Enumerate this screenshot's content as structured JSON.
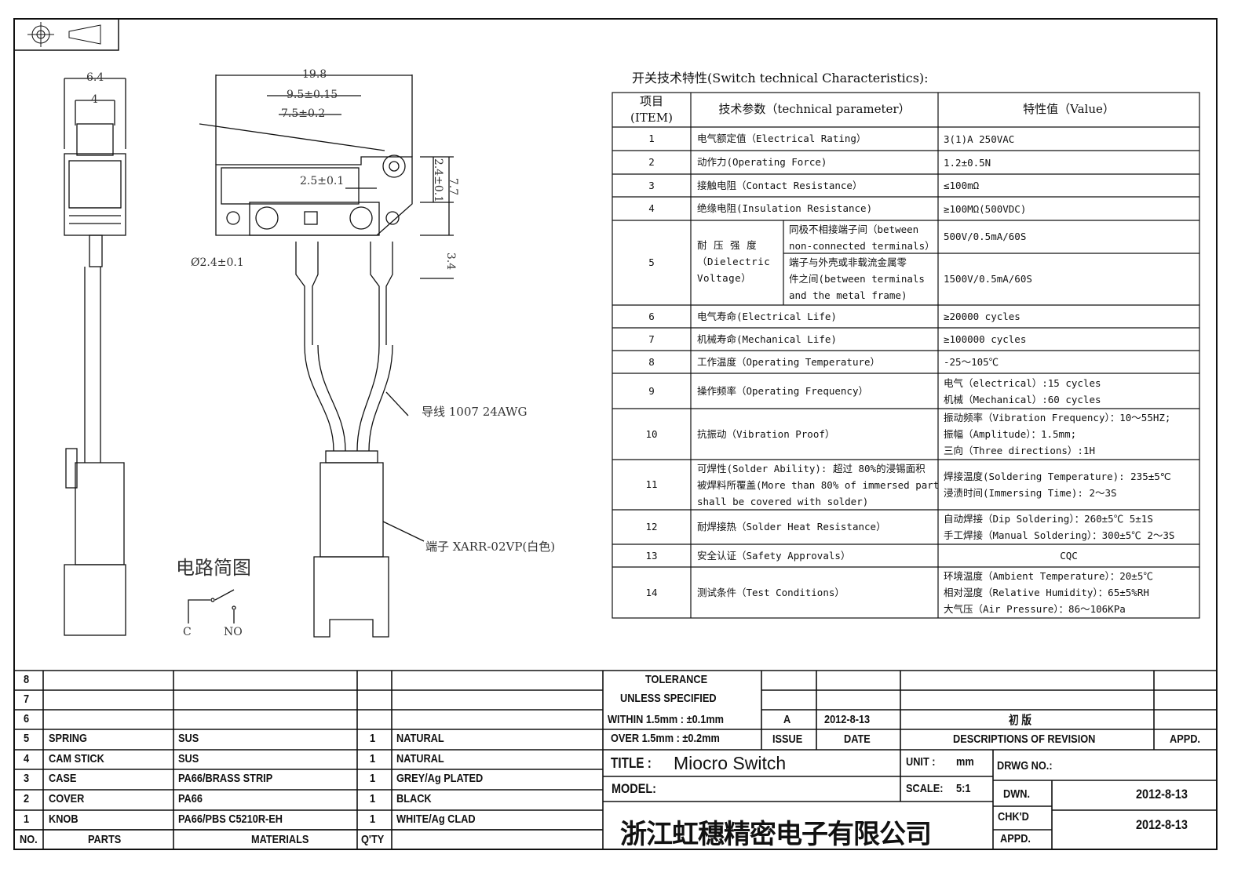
{
  "spec_title": "开关技术特性(Switch technical Characteristics):",
  "table": {
    "headers": [
      "项目",
      "(ITEM)",
      "技术参数（technical parameter）",
      "特性值（Value）"
    ],
    "rows": [
      {
        "item": "1",
        "param": "电气额定值（Electrical Rating）",
        "value": [
          "3(1)A 250VAC"
        ]
      },
      {
        "item": "2",
        "param": "动作力(Operating Force)",
        "value": [
          "1.2±0.5N"
        ]
      },
      {
        "item": "3",
        "param": "接触电阻（Contact  Resistance）",
        "value": [
          "≤100mΩ"
        ]
      },
      {
        "item": "4",
        "param": "绝缘电阻(Insulation Resistance)",
        "value": [
          "≥100MΩ(500VDC)"
        ]
      },
      {
        "item": "5",
        "param": "耐 压 强 度（Dielectric Voltage）",
        "sub": [
          {
            "label": [
              "同极不相接端子间（between",
              "non-connected terminals）"
            ],
            "value": "500V/0.5mA/60S"
          },
          {
            "label": [
              "端子与外壳或非载流金属零",
              "件之间(between terminals",
              "and the metal frame)"
            ],
            "value": "1500V/0.5mA/60S"
          }
        ]
      },
      {
        "item": "6",
        "param": "电气寿命(Electrical Life)",
        "value": [
          "≥20000 cycles"
        ]
      },
      {
        "item": "7",
        "param": "机械寿命(Mechanical Life)",
        "value": [
          "≥100000 cycles"
        ]
      },
      {
        "item": "8",
        "param": "工作温度（Operating Temperature）",
        "value": [
          "-25～105℃"
        ]
      },
      {
        "item": "9",
        "param": "操作频率（Operating Frequency）",
        "value": [
          "电气（electrical）:15 cycles",
          "机械（Mechanical）:60 cycles"
        ]
      },
      {
        "item": "10",
        "param": "抗振动（Vibration Proof）",
        "value": [
          "振动频率（Vibration Frequency）：10～55HZ;",
          "振幅（Amplitude）：1.5mm;",
          "三向（Three directions）:1H"
        ]
      },
      {
        "item": "11",
        "param_lines": [
          "可焊性(Solder Ability): 超过 80%的浸锡面积",
          "被焊料所覆盖(More than 80% of immersed part",
          "shall be covered with solder)"
        ],
        "value": [
          "焊接温度(Soldering Temperature): 235±5℃",
          "浸渍时间(Immersing Time): 2～3S"
        ]
      },
      {
        "item": "12",
        "param": "耐焊接热（Solder Heat Resistance）",
        "value": [
          "自动焊接（Dip Soldering）：260±5℃ 5±1S",
          "手工焊接（Manual Soldering）：300±5℃ 2～3S"
        ]
      },
      {
        "item": "13",
        "param": "安全认证（Safety Approvals）",
        "value": [
          "CQC"
        ]
      },
      {
        "item": "14",
        "param": "测试条件（Test Conditions）",
        "value": [
          "环境温度（Ambient Temperature）：20±5℃",
          "相对湿度（Relative Humidity）：65±5%RH",
          "大气压（Air Pressure）：86～106KPa"
        ]
      }
    ]
  },
  "dims": {
    "d1": "6.4",
    "d2": "4",
    "d3": "19.8",
    "d4": "9.5±0.15",
    "d5": "7.5±0.2",
    "d6": "2.5±0.1",
    "d7": "2.4±0.1",
    "d8": "7.7",
    "d9": "3.4",
    "d10": "Ø2.4±0.1"
  },
  "notes": {
    "wire": "导线 1007 24AWG",
    "terminal": "端子 XARR-02VP(白色)",
    "circuit": "电路简图",
    "c": "C",
    "no": "NO"
  },
  "bom": {
    "rows": [
      {
        "no": "8",
        "part": "",
        "mat": "",
        "qty": "",
        "finish": ""
      },
      {
        "no": "7",
        "part": "",
        "mat": "",
        "qty": "",
        "finish": ""
      },
      {
        "no": "6",
        "part": "",
        "mat": "",
        "qty": "",
        "finish": ""
      },
      {
        "no": "5",
        "part": "SPRING",
        "mat": "SUS",
        "qty": "1",
        "finish": "NATURAL"
      },
      {
        "no": "4",
        "part": "CAM STICK",
        "mat": "SUS",
        "qty": "1",
        "finish": "NATURAL"
      },
      {
        "no": "3",
        "part": "CASE",
        "mat": "PA66/BRASS STRIP",
        "qty": "1",
        "finish": "GREY/Ag PLATED"
      },
      {
        "no": "2",
        "part": "COVER",
        "mat": "PA66",
        "qty": "1",
        "finish": "BLACK"
      },
      {
        "no": "1",
        "part": "KNOB",
        "mat": "PA66/PBS C5210R-EH",
        "qty": "1",
        "finish": "WHITE/Ag CLAD"
      }
    ],
    "headers": {
      "no": "NO.",
      "part": "PARTS",
      "mat": "MATERIALS",
      "qty": "Q'TY"
    }
  },
  "titleblock": {
    "tol1": "TOLERANCE",
    "tol2": "UNLESS  SPECIFIED",
    "tol3": "WITHIN 1.5mm : ±0.1mm",
    "tol4": "OVER 1.5mm : ±0.2mm",
    "rev_issue": "A",
    "rev_date": "2012-8-13",
    "rev_desc": "初  版",
    "h_issue": "ISSUE",
    "h_date": "DATE",
    "h_desc": "DESCRIPTIONS OF REVISION",
    "h_appd": "APPD.",
    "title_label": "TITLE :",
    "title": "Miocro Switch",
    "unit_label": "UNIT :",
    "unit": "mm",
    "drwg_label": "DRWG NO.:",
    "model_label": "MODEL:",
    "scale_label": "SCALE:",
    "scale": "5:1",
    "dwn_label": "DWN.",
    "dwn_date": "2012-8-13",
    "chkd_label": "CHK'D",
    "chkd_date": "2012-8-13",
    "appd_label": "APPD.",
    "company": "浙江虹穗精密电子有限公司"
  }
}
